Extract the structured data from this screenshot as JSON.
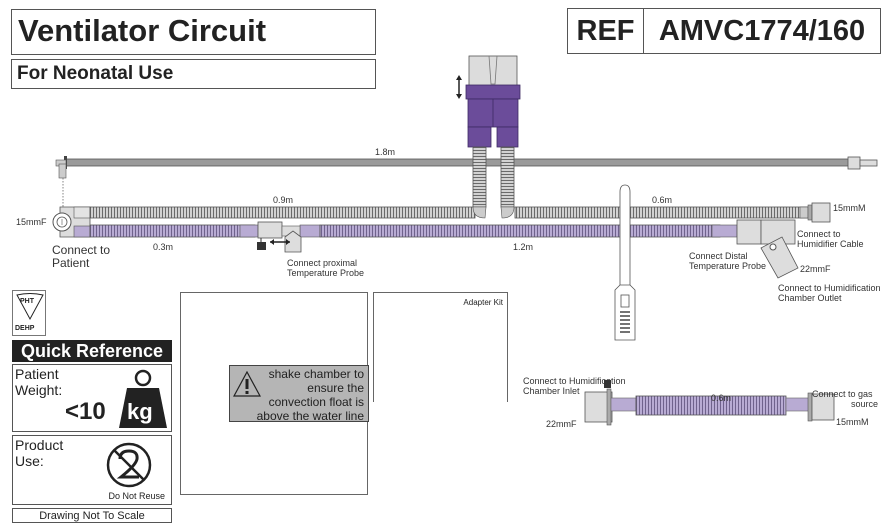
{
  "header": {
    "title": "Ventilator Circuit",
    "subtitle": "For Neonatal Use",
    "ref_label": "REF",
    "ref_value": "AMVC1774/160"
  },
  "diagram": {
    "lengths": {
      "pressure_line": "1.8m",
      "inspiratory_upper_left": "0.9m",
      "inspiratory_upper_right": "0.6m",
      "expiratory_left": "0.3m",
      "expiratory_right": "1.2m",
      "dry_line": "0.6m"
    },
    "labels": {
      "patient_port_size": "15mmF",
      "connect_patient": [
        "Connect to",
        "Patient"
      ],
      "proximal_probe": [
        "Connect proximal",
        "Temperature Probe"
      ],
      "distal_probe": [
        "Connect Distal",
        "Temperature Probe"
      ],
      "humidifier_cable": [
        "Connect to",
        "Humidifier Cable"
      ],
      "outlet_size": "22mmF",
      "chamber_outlet": [
        "Connect to Humidification",
        "Chamber Outlet"
      ],
      "right_end_size": "15mmM",
      "chamber_inlet": [
        "Connect to Humidification",
        "Chamber Inlet"
      ],
      "inlet_size": "22mmF",
      "gas_source": [
        "Connect to gas",
        "source"
      ],
      "gas_source_size": "15mmM"
    },
    "colors": {
      "purple": "#6b4c9a",
      "lavender": "#b8abd3",
      "tube_gray": "#a0a0a0",
      "light_gray": "#d6d6d6"
    }
  },
  "adapter_kit": {
    "title": "Adapter Kit"
  },
  "warning": {
    "lines": [
      "shake chamber to",
      "ensure the",
      "convection float is",
      "above the water line"
    ]
  },
  "quick_reference": {
    "pht_symbol": "PHT",
    "dehp_label": "DEHP",
    "header": "Quick Reference",
    "weight_label": [
      "Patient",
      "Weight:"
    ],
    "weight_value": "<10",
    "weight_unit": "kg",
    "product_use_label": [
      "Product",
      "Use:"
    ],
    "do_not_reuse": "Do Not Reuse",
    "drawing_note": "Drawing Not To Scale"
  }
}
